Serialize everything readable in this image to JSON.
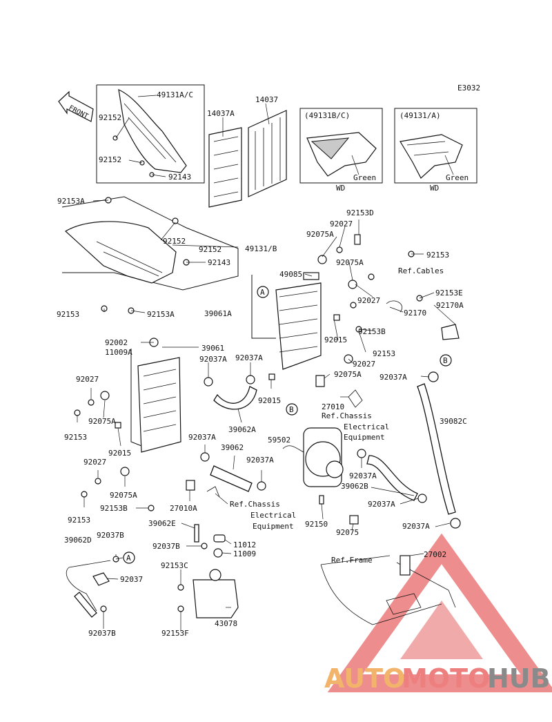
{
  "diagram": {
    "code": "E3032",
    "front_label": "FRONT",
    "labels": {
      "p49131ac": "49131A/C",
      "p14037a": "14037A",
      "p14037": "14037",
      "p49131bc_box": "(49131B/C)",
      "p49131a_box": "(49131/A)",
      "green1": "Green",
      "green2": "Green",
      "wd1": "WD",
      "wd2": "WD",
      "p92152_a": "92152",
      "p92152_b": "92152",
      "p92143_a": "92143",
      "p92153a_top": "92153A",
      "p92152_c": "92152",
      "p92152_d": "92152",
      "p49131b": "49131/B",
      "p92143_b": "92143",
      "p92153_left": "92153",
      "p92153a_bot": "92153A",
      "p92153d": "92153D",
      "p92027_top": "92027",
      "p92075a_1": "92075A",
      "p92075a_2": "92075A",
      "p92153_r1": "92153",
      "ref_cables": "Ref.Cables",
      "p49085": "49085",
      "p92153e": "92153E",
      "p92027_r": "92027",
      "p92170a": "92170A",
      "p92170": "92170",
      "circle_a1": "A",
      "p39061a": "39061A",
      "p92015_r": "92015",
      "p92153b_r": "92153B",
      "p92153_r2": "92153",
      "p92027_r2": "92027",
      "p92002": "92002",
      "p11009a": "11009A",
      "p39061": "39061",
      "p92037a_1": "92037A",
      "p92037a_2": "92037A",
      "p92075a_3": "92075A",
      "circle_b1": "B",
      "p92037a_3": "92037A",
      "p92027_l": "92027",
      "p92015_c": "92015",
      "p27010": "27010",
      "circle_b2": "B",
      "ref_chassis1": "Ref.Chassis",
      "electrical1": "Electrical",
      "equipment1": "Equipment",
      "p39082c": "39082C",
      "p92075a_4": "92075A",
      "p92153_l1": "92153",
      "p39062a": "39062A",
      "p59502": "59502",
      "p92015_l": "92015",
      "p92037a_4": "92037A",
      "p39062": "39062",
      "p92037a_5": "92037A",
      "p92027_l2": "92027",
      "p92037a_6": "92037A",
      "p39062b": "39062B",
      "p92075a_5": "92075A",
      "p92037a_7": "92037A",
      "p92153_l2": "92153",
      "p92153b_l": "92153B",
      "p27010a": "27010A",
      "ref_chassis2": "Ref.Chassis",
      "electrical2": "Electrical",
      "equipment2": "Equipment",
      "p92150": "92150",
      "p92075": "92075",
      "p92037a_8": "92037A",
      "p39062e": "39062E",
      "p39062d": "39062D",
      "p92037b_1": "92037B",
      "circle_a2": "A",
      "p92037b_2": "92037B",
      "p11012": "11012",
      "p11009": "11009",
      "p92037": "92037",
      "p92153c": "92153C",
      "p27002": "27002",
      "ref_frame": "Ref.Frame",
      "p92037b_3": "92037B",
      "p92153f": "92153F",
      "p43078": "43078"
    }
  },
  "watermark": {
    "text_auto": "AUTO",
    "text_moto": "MOTO",
    "text_hub": "HUB",
    "color_auto": "#f2b36b",
    "color_moto": "#ee7f7f",
    "color_hub": "#8a8a8a",
    "triangle_color": "#ea7a7a"
  }
}
